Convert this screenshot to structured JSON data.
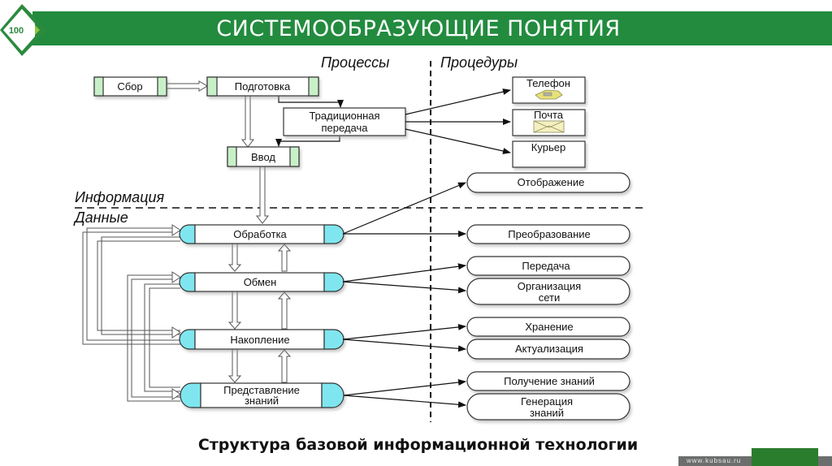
{
  "header": {
    "title": "СИСТЕМООБРАЗУЮЩИЕ ПОНЯТИЯ",
    "logo_text": "100",
    "brand_color": "#228b3e",
    "accent_color": "#8cc63f"
  },
  "diagram": {
    "section_labels": {
      "processes": "Процессы",
      "procedures": "Процедуры",
      "information": "Информация",
      "data": "Данные"
    },
    "process_boxes": {
      "collect": "Сбор",
      "prepare": "Подготовка",
      "input": "Ввод"
    },
    "traditional_transfer": [
      "Традиционная",
      "передача"
    ],
    "channels": {
      "phone": "Телефон",
      "mail": "Почта",
      "courier": "Курьер"
    },
    "data_processes": {
      "processing": "Обработка",
      "exchange": "Обмен",
      "accumulation": "Накопление",
      "knowledge_repr": [
        "Представление",
        "знаний"
      ]
    },
    "results": {
      "display": "Отображение",
      "transformation": "Преобразование",
      "transfer": "Передача",
      "network_org": [
        "Организация",
        "сети"
      ],
      "storage": "Хранение",
      "actualization": "Актуализация",
      "knowledge_get": "Получение знаний",
      "knowledge_gen": [
        "Генерация",
        "знаний"
      ]
    },
    "colors": {
      "process_cap": "#c8f0c8",
      "data_cap": "#7fe6ef"
    }
  },
  "caption": "Структура базовой информационной  технологии",
  "footer": {
    "url": "www.kubsau.ru"
  }
}
